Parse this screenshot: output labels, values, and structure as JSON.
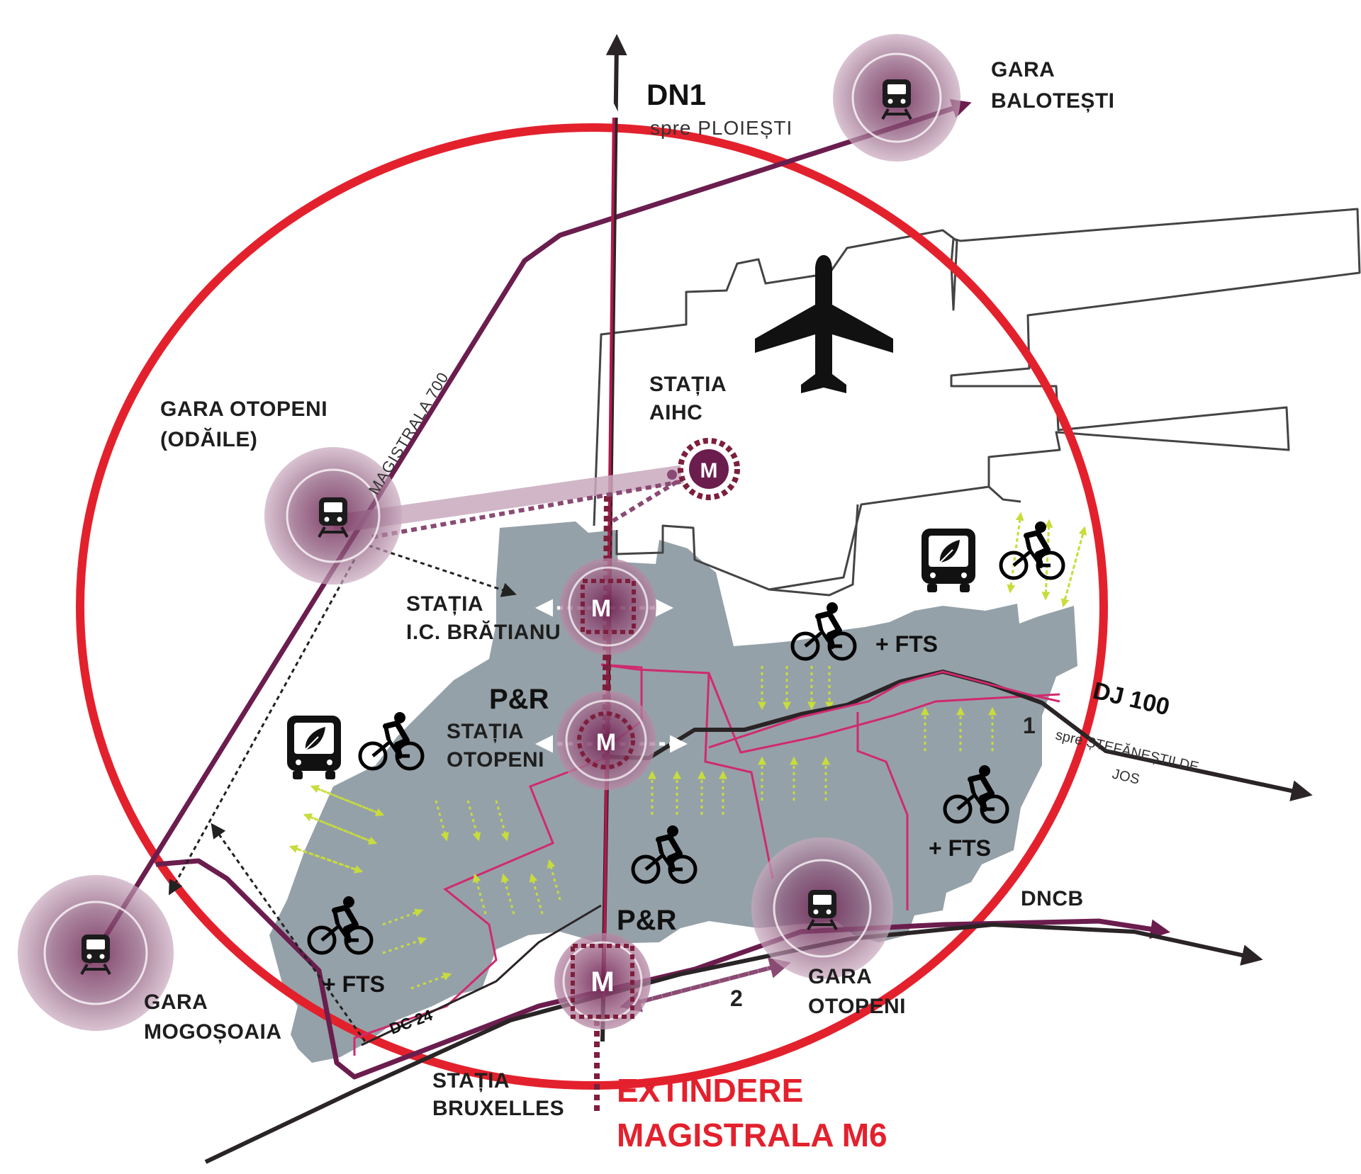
{
  "colors": {
    "ring": "#e3212d",
    "rail": "#6b1d4e",
    "road": "#2a2426",
    "metro": "#7d1f3c",
    "metro_ext": "#b3184a",
    "district": "#8f9ca3",
    "district_outline": "#d02a6e",
    "station_halo": "#9c6a8b",
    "flow_arrow": "#c8dc3c",
    "terminal_outline": "#444444"
  },
  "roads": {
    "dn1": {
      "name": "DN1",
      "direction": "spre PLOIEȘTI"
    },
    "dj100": {
      "name": "DJ 100",
      "direction_line1": "spre ȘTEFĂNEȘTII DE",
      "direction_line2": "JOS"
    },
    "dncb": {
      "name": "DNCB"
    },
    "dc24": {
      "name": "DC 24"
    },
    "rail_700": {
      "name": "MAGISTRALA 700"
    }
  },
  "train_stations": {
    "balotesti": {
      "line1": "GARA",
      "line2": "BALOTEȘTI",
      "icon": "train-icon"
    },
    "otopeni_odaile": {
      "line1": "GARA OTOPENI",
      "line2": "(ODĂILE)",
      "icon": "train-icon"
    },
    "mogosoaia": {
      "line1": "GARA",
      "line2": "MOGOȘOAIA",
      "icon": "train-icon"
    },
    "otopeni": {
      "line1": "GARA",
      "line2": "OTOPENI",
      "icon": "train-icon"
    }
  },
  "metro_stations": {
    "symbol": "M",
    "aihc": {
      "line1": "STAȚIA",
      "line2": "AIHC"
    },
    "bratianu": {
      "line1": "STAȚIA",
      "line2": "I.C. BRĂTIANU"
    },
    "otopeni": {
      "line1": "STAȚIA",
      "line2": "OTOPENI"
    },
    "bruxelles": {
      "line1": "STAȚIA",
      "line2": "BRUXELLES"
    }
  },
  "park_and_ride": {
    "label_1": "P&R",
    "label_2": "P&R"
  },
  "fts": {
    "label_1": "+ FTS",
    "label_2": "+ FTS",
    "label_3": "+ FTS"
  },
  "markers": {
    "one": "1",
    "two": "2"
  },
  "extension": {
    "line1": "EXTINDERE",
    "line2": "MAGISTRALA M6"
  },
  "icons": [
    "airplane-icon",
    "bicycle-icon",
    "bus-icon",
    "train-icon",
    "metro-icon"
  ]
}
